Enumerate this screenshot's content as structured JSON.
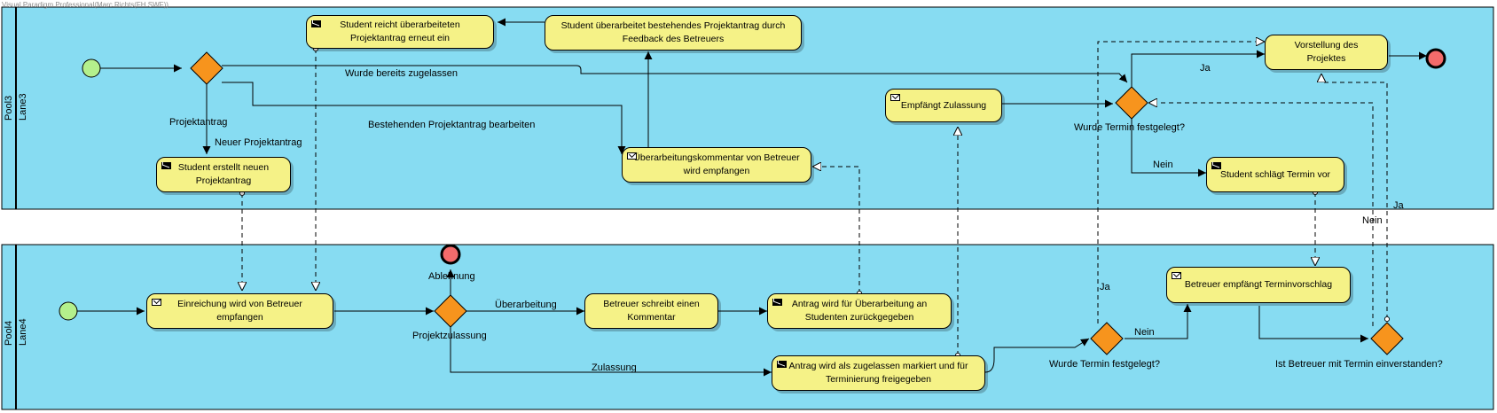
{
  "watermark": "Visual Paradigm Professional(Marc Richts(FH SWF))",
  "pools": [
    {
      "pool": "Pool3",
      "lane": "Lane3"
    },
    {
      "pool": "Pool4",
      "lane": "Lane4"
    }
  ],
  "tasks": {
    "t1": "Student erstellt neuen Projektantrag",
    "t2": "Student reicht überarbeiteten Projektantrag erneut ein",
    "t3": "Student überarbeitet bestehendes Projektantrag durch Feedback des Betreuers",
    "t4": "Überarbeitungskommentar von Betreuer wird empfangen",
    "t5": "Empfängt Zulassung",
    "t6": "Vorstellung des Projektes",
    "t7": "Student schlägt Termin vor",
    "t8": "Einreichung wird von Betreuer empfangen",
    "t9": "Betreuer schreibt einen Kommentar",
    "t10": "Antrag wird für Überarbeitung an Studenten zurückgegeben",
    "t11": "Antrag wird als zugelassen markiert und für Terminierung freigegeben",
    "t12": "Betreuer empfängt Terminvorschlag"
  },
  "labels": {
    "projektantrag": "Projektantrag",
    "neuer": "Neuer Projektantrag",
    "bereits": "Wurde bereits zugelassen",
    "bestehend": "Bestehenden Projektantrag bearbeiten",
    "termin_top": "Wurde Termin festgelegt?",
    "ja_top": "Ja",
    "nein_top": "Nein",
    "ablehnung": "Ablehnung",
    "projektzulassung": "Projektzulassung",
    "ueberarbeitung": "Überarbeitung",
    "zulassung": "Zulassung",
    "termin_bottom": "Wurde Termin festgelegt?",
    "ja_bottom": "Ja",
    "nein_bottom": "Nein",
    "einverstanden": "Ist Betreuer mit Termin einverstanden?",
    "nein_right": "Nein",
    "ja_right": "Ja"
  },
  "colors": {
    "lane_fill": "#87dcf2",
    "task_fill": "#f5f287",
    "gateway_fill": "#f7941d",
    "start_fill": "#b4f08c",
    "end_fill": "#f36b6b"
  }
}
